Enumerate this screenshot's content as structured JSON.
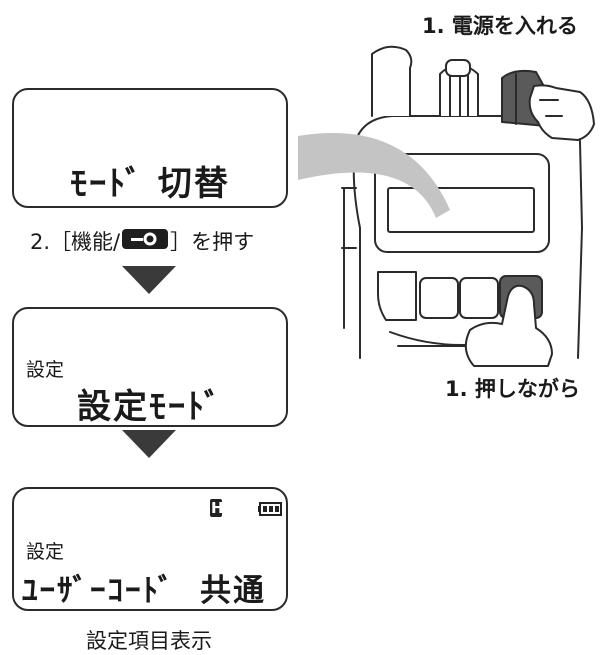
{
  "step1_power": "1. 電源を入れる",
  "step1_hold": "1. 押しながら",
  "step2_prefix": "2.［機能/",
  "step2_suffix": "］を押す",
  "screen1": {
    "main": "ﾓｰﾄﾞ 切替"
  },
  "screen2": {
    "header": "設定",
    "main": "設定ﾓｰﾄﾞ"
  },
  "screen3": {
    "indicator_h": "H",
    "header": "設定",
    "main_left": "ﾕｰｻﾞｰｺｰﾄﾞ",
    "main_right": "共通"
  },
  "footer_caption": "設定項目表示",
  "colors": {
    "lcd_border": "#2b2b2b",
    "arrow": "#3a3a3a",
    "swoosh": "#c4c4c4",
    "key_highlight": "#5a5a5a"
  }
}
